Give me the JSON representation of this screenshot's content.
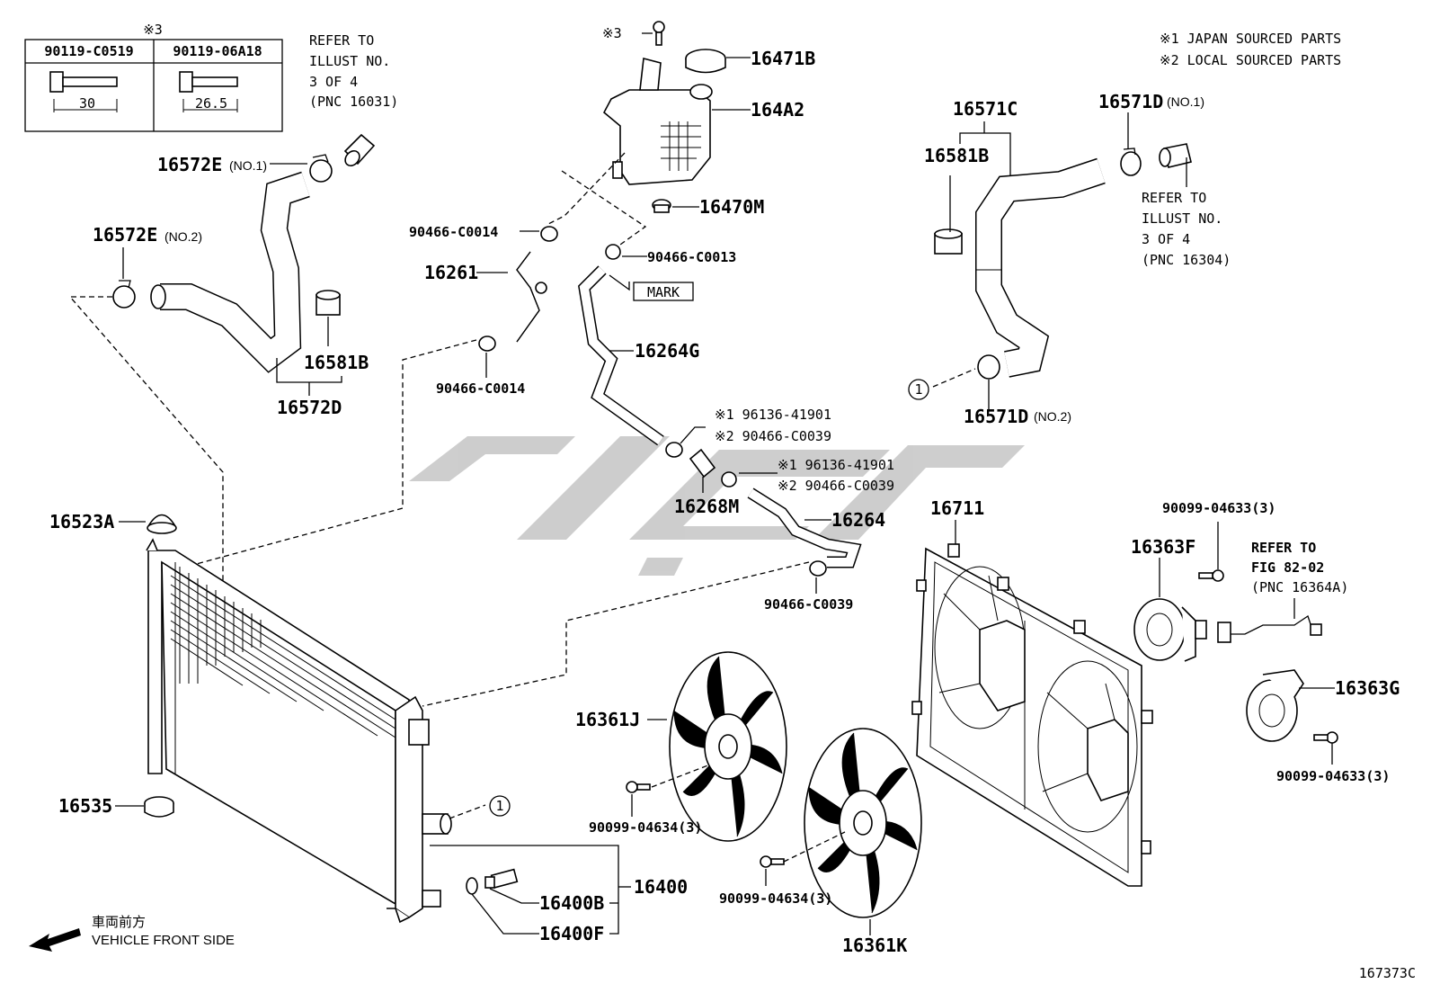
{
  "fastener_table": {
    "mark": "※3",
    "col1": {
      "part": "90119-C0519",
      "dim": "30"
    },
    "col2": {
      "part": "90119-06A18",
      "dim": "26.5"
    }
  },
  "notes": {
    "japan": "※1 JAPAN SOURCED PARTS",
    "local": "※2 LOCAL SOURCED PARTS"
  },
  "refs": {
    "ref1": [
      "REFER TO",
      "ILLUST NO.",
      "3 OF 4",
      "(PNC 16031)"
    ],
    "ref2": [
      "REFER TO",
      "ILLUST NO.",
      "3 OF 4",
      "(PNC 16304)"
    ],
    "ref3": [
      "REFER TO",
      "FIG 82-02",
      "(PNC 16364A)"
    ]
  },
  "labels": {
    "m3": "※3",
    "p16471B": "16471B",
    "p164A2": "164A2",
    "p16470M": "16470M",
    "p16572E1": "16572E",
    "p16572E1_sub": "(NO.1)",
    "p16572E2": "16572E",
    "p16572E2_sub": "(NO.2)",
    "p16581B_l": "16581B",
    "p16572D": "16572D",
    "p90466_C0014_a": "90466-C0014",
    "p16261": "16261",
    "p90466_C0013": "90466-C0013",
    "mark": "MARK",
    "p16264G": "16264G",
    "p90466_C0014_b": "90466-C0014",
    "n1_a": "※1 96136-41901",
    "n2_a": "※2 90466-C0039",
    "n1_b": "※1 96136-41901",
    "n2_b": "※2 90466-C0039",
    "p16268M": "16268M",
    "p16264": "16264",
    "p90466_C0039": "90466-C0039",
    "p16571C": "16571C",
    "p16581B_r": "16581B",
    "p16571D1": "16571D",
    "p16571D1_sub": "(NO.1)",
    "p16571D2": "16571D",
    "p16571D2_sub": "(NO.2)",
    "circle1": "1",
    "p16711": "16711",
    "p90099_04633_a": "90099-04633(3)",
    "p16363F": "16363F",
    "p16363G": "16363G",
    "p90099_04633_b": "90099-04633(3)",
    "p16523A": "16523A",
    "p16535": "16535",
    "p16361J": "16361J",
    "p90099_04634_a": "90099-04634(3)",
    "p90099_04634_b": "90099-04634(3)",
    "p16361K": "16361K",
    "p16400": "16400",
    "p16400B": "16400B",
    "p16400F": "16400F",
    "front_jp": "車両前方",
    "front_en": "VEHICLE FRONT SIDE",
    "illus_no": "167373C"
  }
}
